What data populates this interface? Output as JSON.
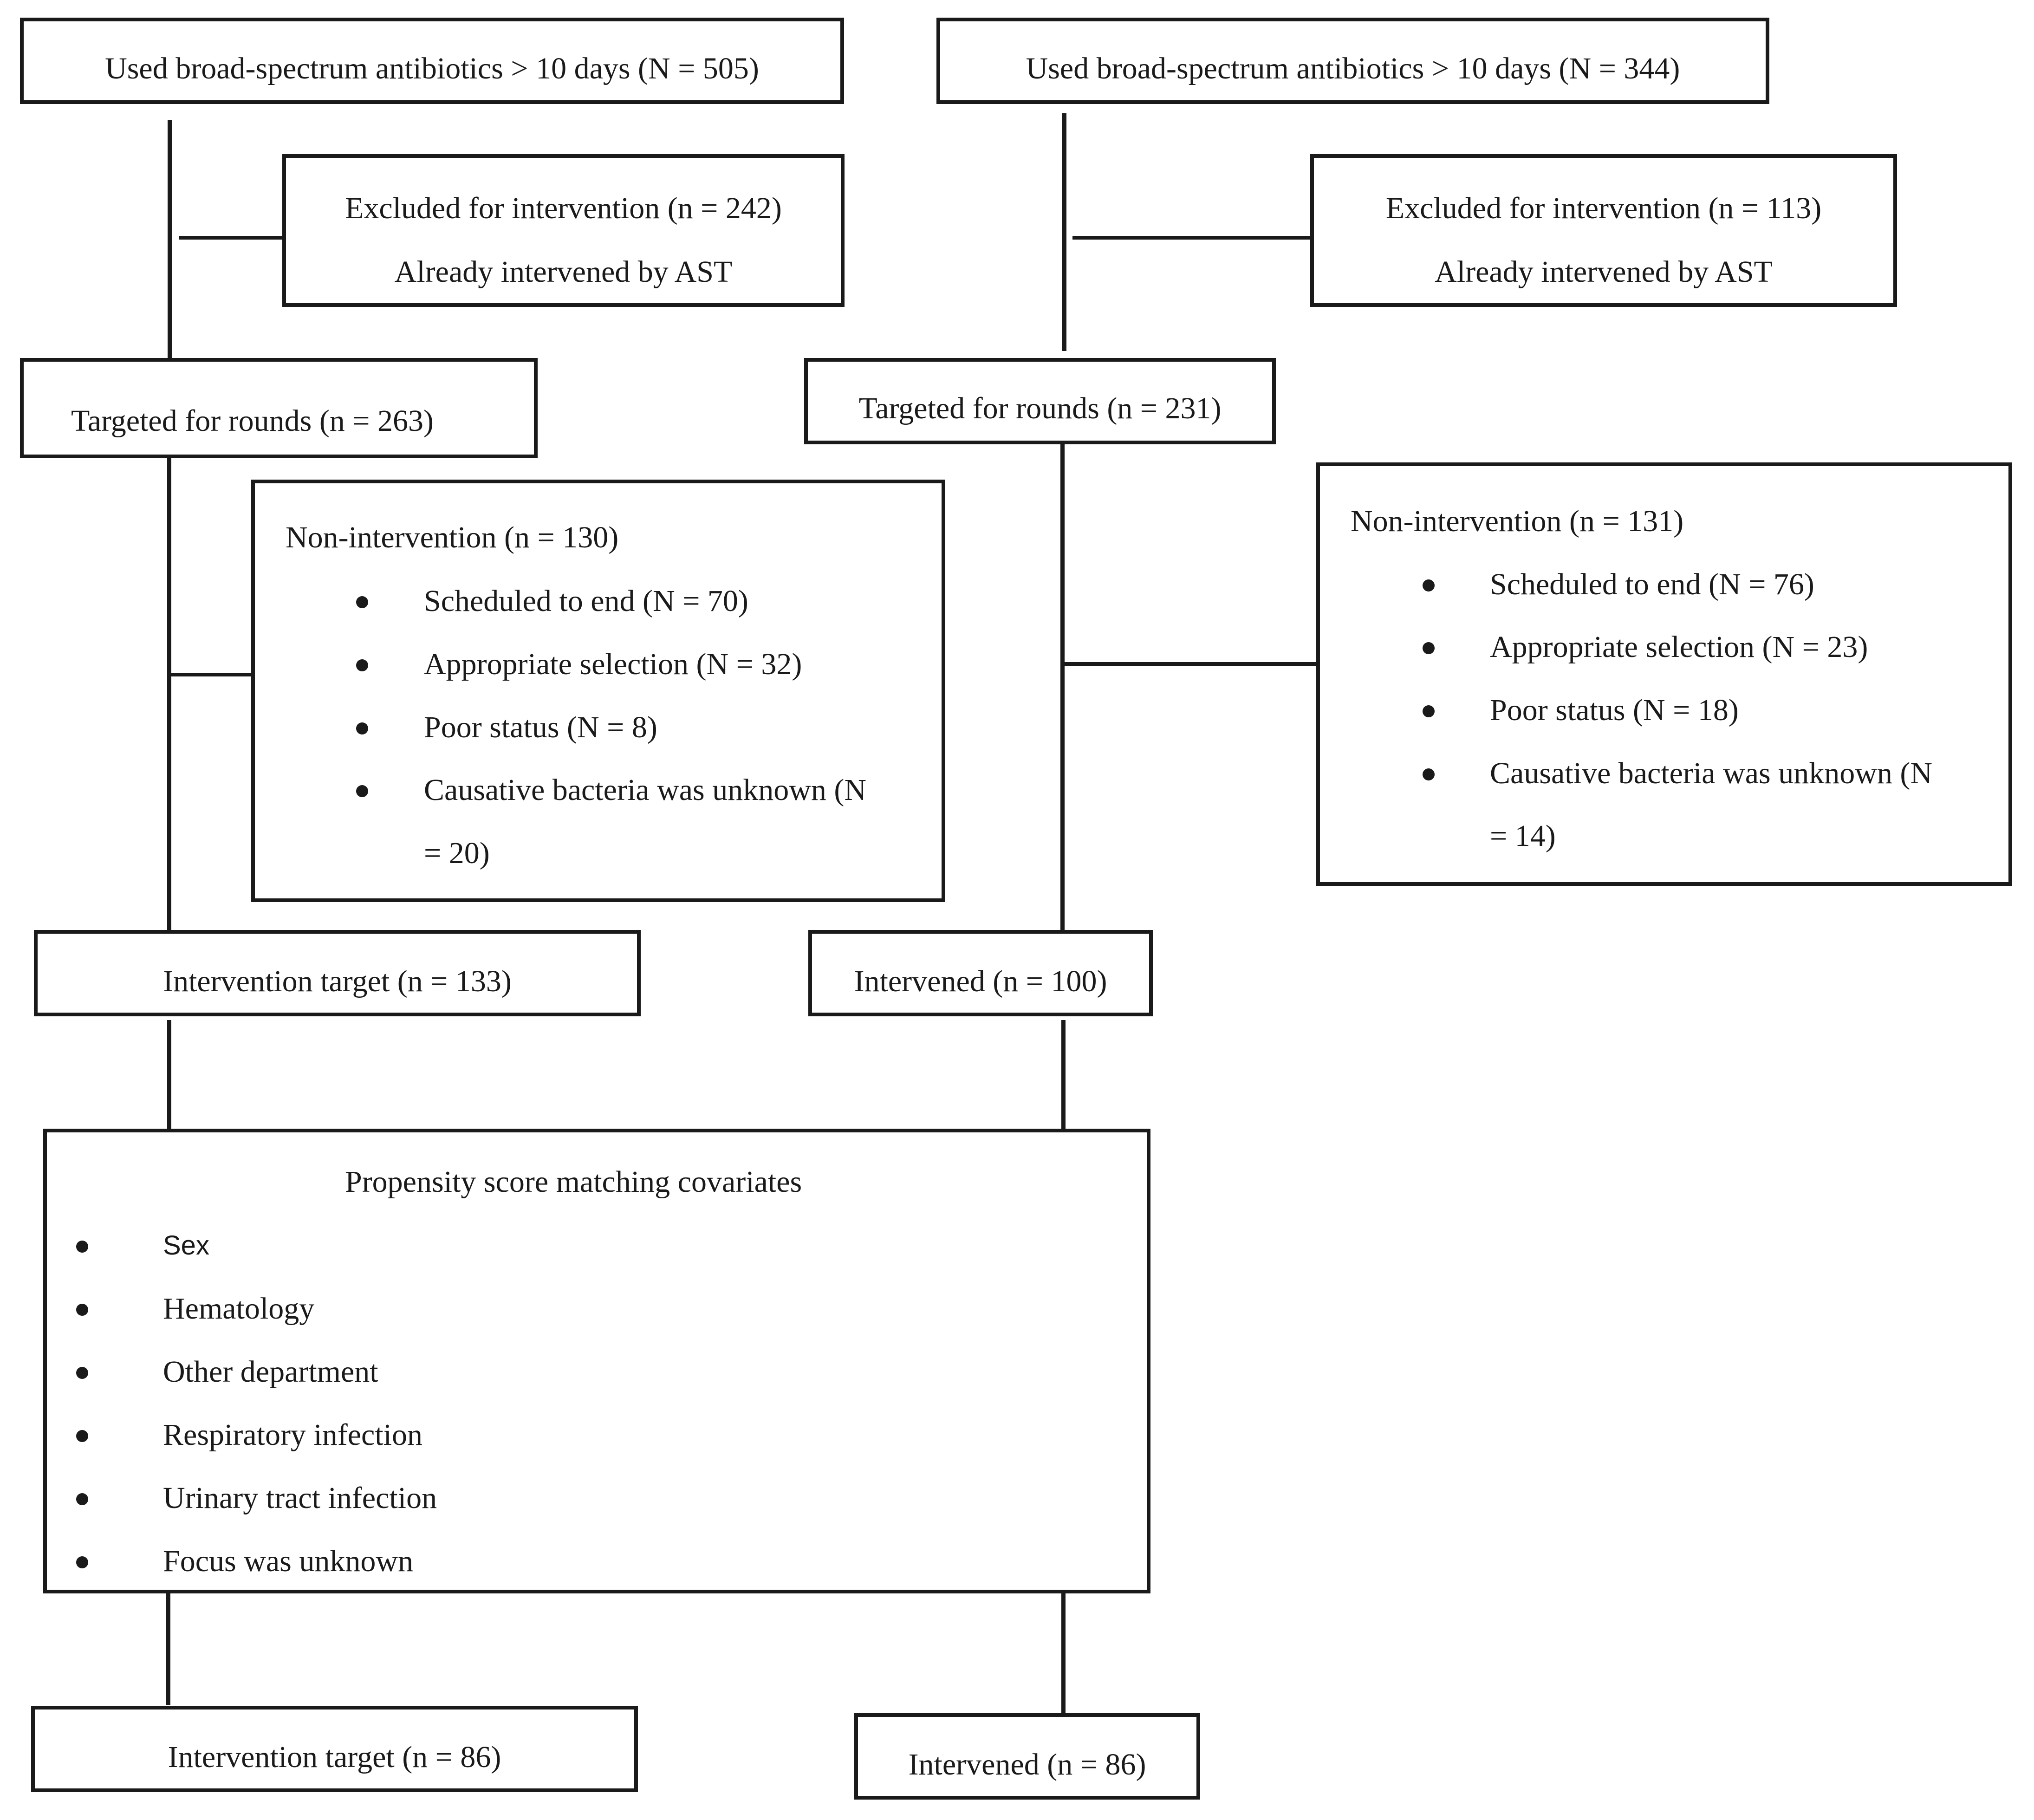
{
  "left": {
    "start": "Used broad-spectrum antibiotics > 10 days (N = 505)",
    "excluded": {
      "title": "Excluded for intervention (n = 242)",
      "reason": "Already intervened by AST"
    },
    "targeted": "Targeted for rounds (n = 263)",
    "non_intervention": {
      "title": "Non-intervention (n = 130)",
      "items": [
        "Scheduled to end (N = 70)",
        "Appropriate selection (N = 32)",
        "Poor status (N = 8)",
        "Causative bacteria was unknown (N",
        "= 20)"
      ]
    },
    "intervention": "Intervention target (n = 133)",
    "final": "Intervention target (n = 86)"
  },
  "right": {
    "start": "Used broad-spectrum antibiotics > 10 days (N = 344)",
    "excluded": {
      "title": "Excluded for intervention (n = 113)",
      "reason": "Already intervened by AST"
    },
    "targeted": "Targeted for rounds (n = 231)",
    "non_intervention": {
      "title": "Non-intervention (n = 131)",
      "items": [
        "Scheduled to end (N = 76)",
        "Appropriate selection (N = 23)",
        "Poor status (N = 18)",
        "Causative bacteria was unknown (N",
        "= 14)"
      ]
    },
    "intervention": "Intervened (n = 100)",
    "final": "Intervened (n = 86)"
  },
  "matching": {
    "title": "Propensity score matching covariates",
    "items": [
      "Sex",
      "Hematology",
      "Other department",
      "Respiratory infection",
      "Urinary tract infection",
      "Focus was unknown"
    ]
  }
}
